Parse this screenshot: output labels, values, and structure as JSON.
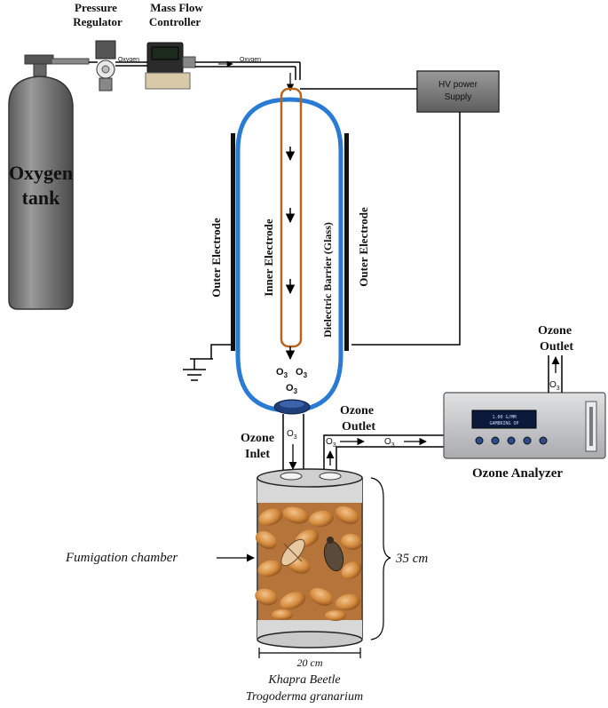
{
  "equipment": {
    "pressure_regulator": [
      "Pressure",
      "Regulator"
    ],
    "mass_flow_controller": [
      "Mass Flow",
      "Controller"
    ],
    "oxygen_tank": [
      "Oxygen",
      "tank"
    ],
    "hv_power_supply": [
      "HV power",
      "Supply"
    ],
    "ozone_analyzer": "Ozone Analyzer",
    "analyzer_display": [
      "1.00 G/MM",
      "GAMBRING OP"
    ]
  },
  "flow_labels": {
    "oxygen_line_1": "Oxygen",
    "oxygen_line_2": "Oxygen"
  },
  "reactor": {
    "outer_electrode_left": "Outer Electrode",
    "inner_electrode": "Inner Electrode",
    "dielectric_barrier": "Dielectric Barrier (Glass)",
    "outer_electrode_right": "Outer Electrode",
    "o3": "O",
    "o3_sub": "3"
  },
  "chamber": {
    "ozone_inlet": [
      "Ozone",
      "Inlet"
    ],
    "ozone_outlet": [
      "Ozone",
      "Outlet"
    ],
    "fumigation_chamber": "Fumigation chamber",
    "height": "35 cm",
    "width": "20 cm",
    "species_common": "Khapra Beetle",
    "species_latin": "Trogoderma granarium"
  },
  "analyzer_outlet": [
    "Ozone",
    "Outlet"
  ],
  "colors": {
    "tank": "#6f6f6f",
    "reactor_glass": "#2a7bd4",
    "inner_electrode": "#b5651d",
    "analyzer_body": "#c7c9cc",
    "hv_box": "#7d7d7d",
    "chamber_cap": "#b9b9b9"
  }
}
